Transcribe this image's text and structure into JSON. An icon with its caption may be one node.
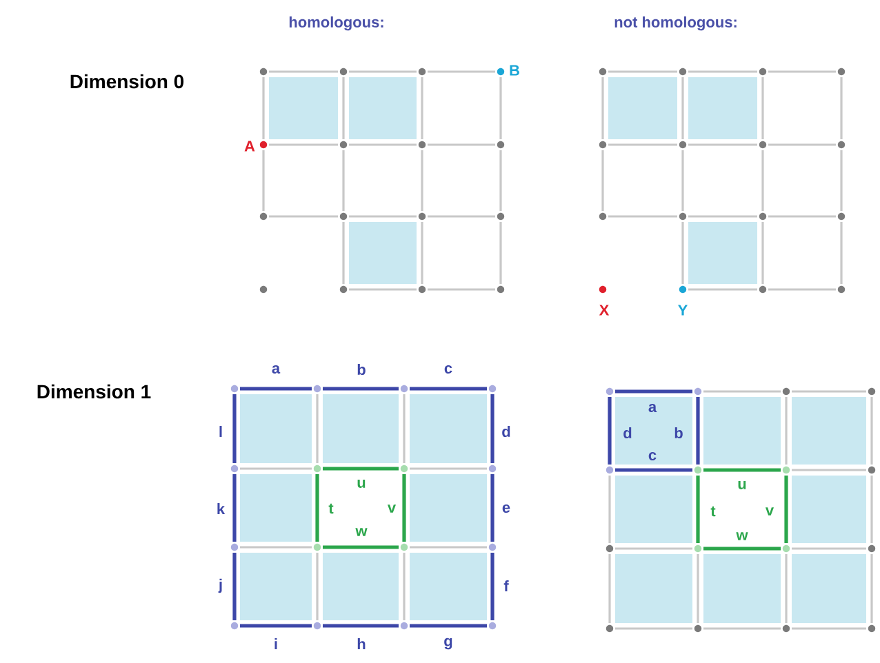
{
  "diagram": {
    "labels": [
      "Dimension 0",
      "homologous:",
      "not homologous:",
      "A",
      "B",
      "X",
      "Y",
      "Dimension 1",
      "a",
      "b",
      "c",
      "l",
      "d",
      "u",
      "k",
      "t",
      "v",
      "e",
      "w",
      "j",
      "f",
      "i",
      "h",
      "g",
      "a",
      "d",
      "b",
      "c",
      "u",
      "t",
      "v",
      "w"
    ]
  }
}
